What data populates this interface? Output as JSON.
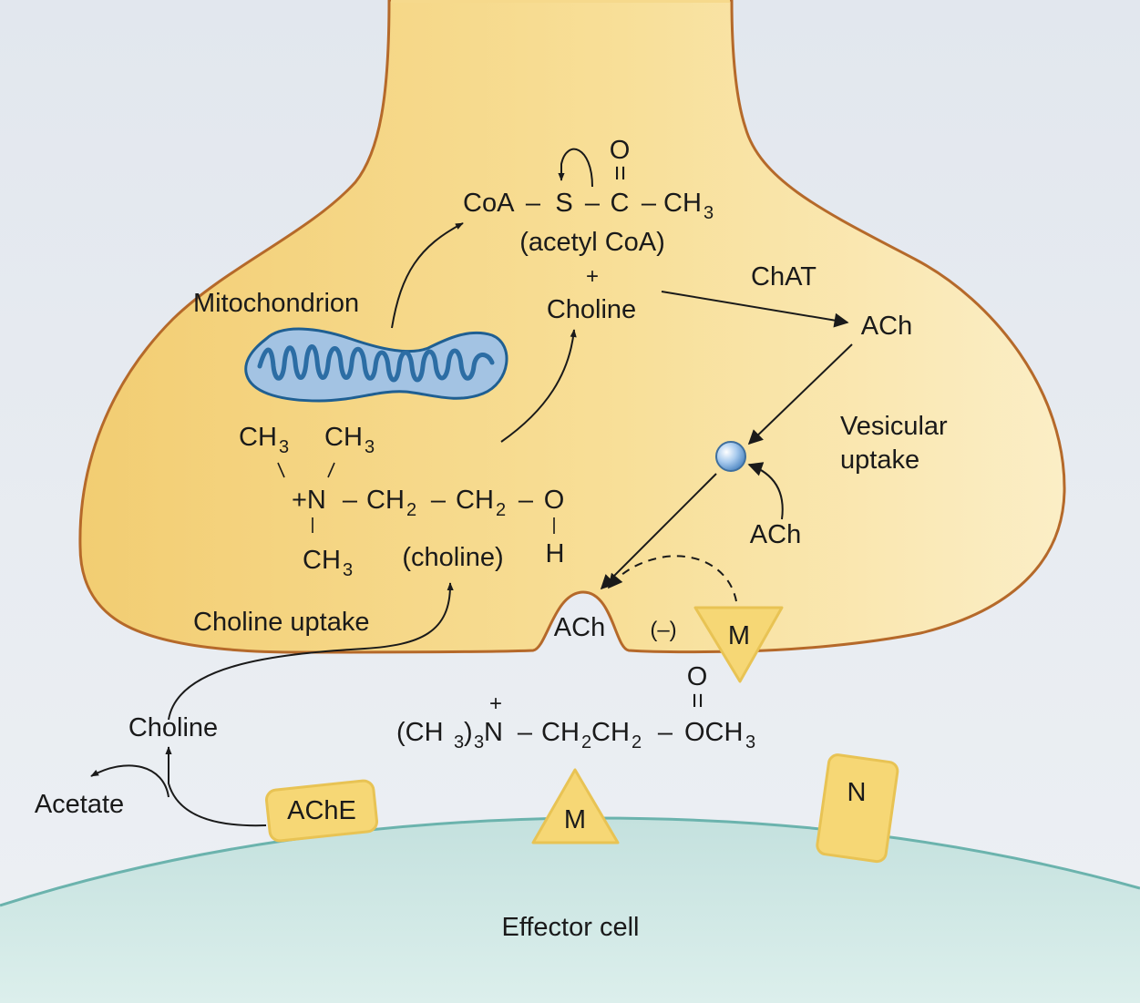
{
  "labels": {
    "mitochondrion": "Mitochondrion",
    "acetyl_coa_name": "(acetyl CoA)",
    "plus": "+",
    "choline_top": "Choline",
    "chat": "ChAT",
    "ach_product": "ACh",
    "vesicular": "Vesicular",
    "uptake": "uptake",
    "ach_vesicle_in": "ACh",
    "choline_name": "(choline)",
    "choline_uptake": "Choline uptake",
    "ach_release": "ACh",
    "inhibition": "(–)",
    "m_autoreceptor": "M",
    "choline_cleft": "Choline",
    "acetate": "Acetate",
    "ache": "AChE",
    "m_receptor": "M",
    "n_receptor": "N",
    "effector_cell": "Effector cell"
  },
  "acetyl_coa": {
    "coa": "CoA",
    "dash": "–",
    "s": "S",
    "c": "C",
    "ch": "CH",
    "sub3": "3",
    "o": "O",
    "dbl": "="
  },
  "choline_structure": {
    "ch": "CH",
    "sub3": "3",
    "sub2": "2",
    "plus_n": "+N",
    "dash": "–",
    "o": "O",
    "h": "H"
  },
  "ach_structure": {
    "paren_ch": "(CH",
    "sub3": "3",
    "paren_close": ")",
    "n": "N",
    "plus": "+",
    "dash": "–",
    "ch2ch2_a": "CH",
    "ch2ch2_b": "CH",
    "sub2": "2",
    "o": "O",
    "dbl": "=",
    "och": "OCH"
  },
  "colors": {
    "terminal_fill": "#f7dc8e",
    "terminal_stroke": "#b5692a",
    "cleft_bg": "#e6ebf1",
    "effector_fill": "#cfe6e3",
    "effector_stroke": "#6bb3ad",
    "mito_fill": "#9dbfe0",
    "mito_stroke": "#1f5f92",
    "receptor_fill": "#f6d775",
    "receptor_stroke": "#e3bd4a"
  }
}
